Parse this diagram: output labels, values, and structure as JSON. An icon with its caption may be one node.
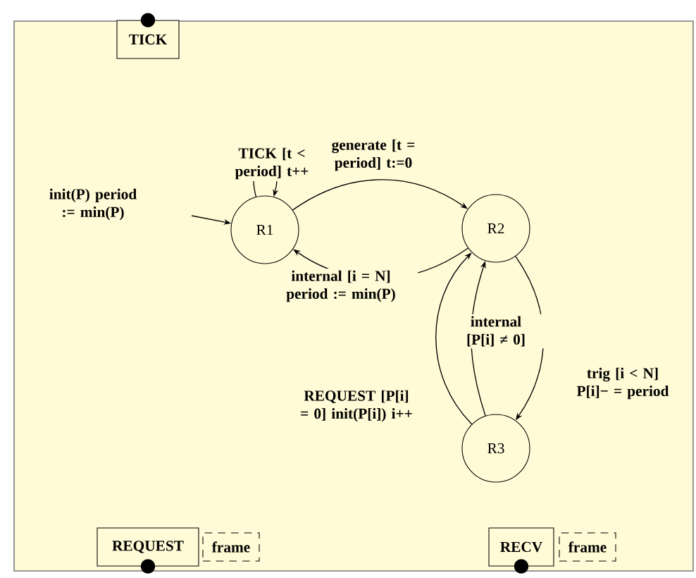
{
  "diagram": {
    "nodes": [
      {
        "text": [],
        "shape": "box"
      },
      {
        "text": [
          "TICK"
        ],
        "in": 0
      },
      {
        "text": [
          "R1"
        ],
        "in": 0
      },
      {
        "text": [
          "R2"
        ],
        "in": 0
      },
      {
        "text": [
          "R3"
        ],
        "in": 0
      },
      {
        "text": [
          "REQUEST"
        ],
        "in": 0
      },
      {
        "text": [
          "frame"
        ],
        "in": 0
      },
      {
        "text": [
          "RECV"
        ],
        "in": 0
      },
      {
        "text": [
          "frame"
        ],
        "in": 0
      }
    ],
    "edges": [
      {
        "from": null,
        "to": 2,
        "arrow": "to",
        "label": "init(P) period := min(P)"
      },
      {
        "from": 2,
        "to": 2,
        "arrow": "to",
        "label": "TICK [t < period] t++"
      },
      {
        "from": 2,
        "to": 3,
        "arrow": "to",
        "label": "generate [t = period] t:=0"
      },
      {
        "from": 3,
        "to": 2,
        "arrow": "to",
        "label": "internal [i = N] period := min(P)"
      },
      {
        "from": 4,
        "to": 3,
        "arrow": "to",
        "label": "REQUEST [P[i] = 0] init(P[i]) i++"
      },
      {
        "from": 4,
        "to": 3,
        "arrow": "to",
        "label": "internal [P[i] ≠ 0]"
      },
      {
        "from": 3,
        "to": 4,
        "arrow": "to",
        "label": "trig [i < N] P[i]− = period"
      }
    ]
  }
}
